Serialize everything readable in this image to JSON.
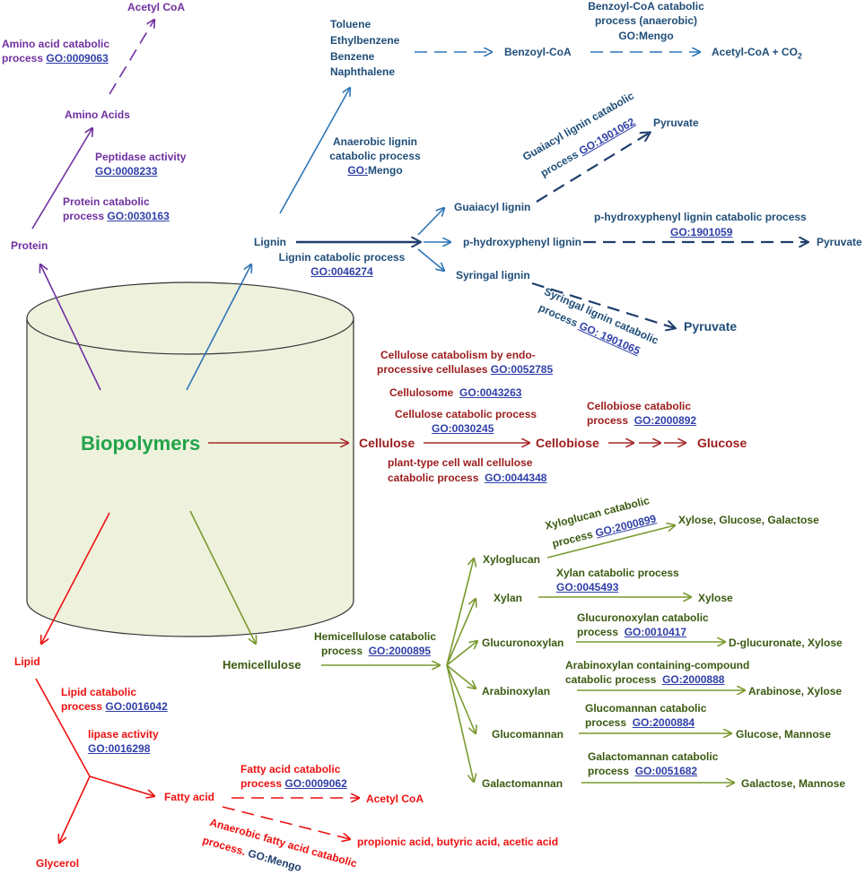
{
  "colors": {
    "protein": "#7030a0",
    "lignin": "#2e75b6",
    "lignin_dark": "#1f3f6e",
    "cellulose": "#a52a2a",
    "hemicellulose": "#7a9a2f",
    "lipid": "#ee1111",
    "go_link": "#2f3fa8",
    "title": "#22a34a",
    "cylinder_fill": "#eef2dd"
  },
  "center": {
    "title": "Biopolymers"
  },
  "protein": {
    "protein": "Protein",
    "amino_acids": "Amino Acids",
    "acetyl_coa": "Acetyl CoA",
    "amino_process_1": "Amino acid catabolic",
    "amino_process_2": "process",
    "amino_go": "GO:0009063",
    "peptidase": "Peptidase activity",
    "peptidase_go": "GO:0008233",
    "protein_process_1": "Protein catabolic",
    "protein_process_2": "process",
    "protein_go": "GO:0030163"
  },
  "lignin": {
    "lignin": "Lignin",
    "aromatics": [
      "Toluene",
      "Ethylbenzene",
      "Benzene",
      "Naphthalene"
    ],
    "benzoyl": "Benzoyl-CoA",
    "benzoyl_process_1": "Benzoyl-CoA catabolic",
    "benzoyl_process_2": "process (anaerobic)",
    "benzoyl_go": "GO:Mengo",
    "acetyl_co2": "Acetyl-CoA + CO",
    "co2_sub": "2",
    "anaerobic_1": "Anaerobic lignin",
    "anaerobic_2": "catabolic process",
    "anaerobic_go_a": "GO:",
    "anaerobic_go_b": "Mengo",
    "guaiacyl": "Guaiacyl lignin",
    "phydroxy": "p-hydroxyphenyl  lignin",
    "syringal": "Syringal lignin",
    "lignin_process": "Lignin catabolic process",
    "lignin_go": "GO:0046274",
    "guaiacyl_process_1": "Guaiacyl lignin catabolic",
    "guaiacyl_process_2": "process",
    "guaiacyl_go": "GO:1901062",
    "phydroxy_process": "p-hydroxyphenyl  lignin catabolic  process",
    "phydroxy_go": "GO:1901059",
    "syringal_process_1": "Syringal lignin catabolic",
    "syringal_process_2": "process",
    "syringal_go": "GO: 1901065",
    "pyruvate": "Pyruvate"
  },
  "cellulose": {
    "cellulose": "Cellulose",
    "cellobiose": "Cellobiose",
    "glucose": "Glucose",
    "endo_1": "Cellulose catabolism by endo-",
    "endo_2": "processive cellulases",
    "endo_go": "GO:0052785",
    "cellulosome": "Cellulosome",
    "cellulosome_go": "GO:0043263",
    "cat_process": "Cellulose catabolic process",
    "cat_go": "GO:0030245",
    "plant_1": "plant-type cell wall cellulose",
    "plant_2": "catabolic process",
    "plant_go": "GO:0044348",
    "cellobiose_process_1": "Cellobiose catabolic",
    "cellobiose_process_2": "process",
    "cellobiose_go": "GO:2000892"
  },
  "hemicellulose": {
    "hemicellulose": "Hemicellulose",
    "hemi_process_1": "Hemicellulose catabolic",
    "hemi_process_2": "process",
    "hemi_go": "GO:2000895",
    "branches": [
      {
        "substrate": "Xyloglucan",
        "process_1": "Xyloglucan catabolic",
        "process_2": "process",
        "go": "GO:2000899",
        "product": "Xylose, Glucose, Galactose"
      },
      {
        "substrate": "Xylan",
        "process_1": "Xylan catabolic process",
        "process_2": "",
        "go": "GO:0045493",
        "product": "Xylose"
      },
      {
        "substrate": "Glucuronoxylan",
        "process_1": "Glucuronoxylan catabolic",
        "process_2": "process",
        "go": "GO:0010417",
        "product": "D-glucuronate, Xylose"
      },
      {
        "substrate": "Arabinoxylan",
        "process_1": "Arabinoxylan  containing-compound",
        "process_2": "catabolic process",
        "go": "GO:2000888",
        "product": "Arabinose, Xylose"
      },
      {
        "substrate": "Glucomannan",
        "process_1": "Glucomannan catabolic",
        "process_2": "process",
        "go": "GO:2000884",
        "product": "Glucose, Mannose"
      },
      {
        "substrate": "Galactomannan",
        "process_1": "Galactomannan catabolic",
        "process_2": "process",
        "go": "GO:0051682",
        "product": "Galactose, Mannose"
      }
    ]
  },
  "lipid": {
    "lipid": "Lipid",
    "lipid_process_1": "Lipid catabolic",
    "lipid_process_2": "process",
    "lipid_go": "GO:0016042",
    "lipase": "lipase activity",
    "lipase_go": "GO:0016298",
    "fatty_acid": "Fatty acid",
    "glycerol": "Glycerol",
    "fa_process_1": "Fatty acid catabolic",
    "fa_process_2": "process",
    "fa_go": "GO:0009062",
    "acetyl_coa": "Acetyl CoA",
    "anaerobic_fa_1": "Anaerobic fatty acid catabolic",
    "anaerobic_fa_2": "process.",
    "anaerobic_fa_go": "GO:Mengo",
    "acids": "propionic acid, butyric acid, acetic acid"
  }
}
